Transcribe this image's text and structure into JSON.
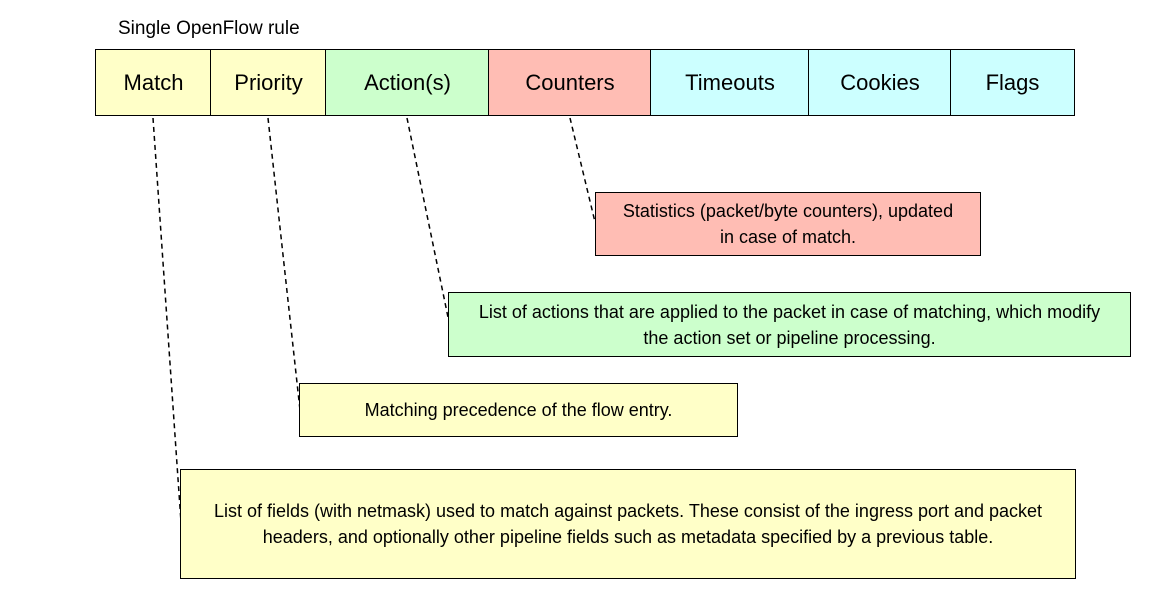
{
  "title": "Single OpenFlow rule",
  "fields": [
    {
      "id": "match",
      "label": "Match",
      "color": "#ffffc8"
    },
    {
      "id": "priority",
      "label": "Priority",
      "color": "#ffffc8"
    },
    {
      "id": "actions",
      "label": "Action(s)",
      "color": "#ccffcc"
    },
    {
      "id": "counters",
      "label": "Counters",
      "color": "#ffbdb4"
    },
    {
      "id": "timeouts",
      "label": "Timeouts",
      "color": "#ccffff"
    },
    {
      "id": "cookies",
      "label": "Cookies",
      "color": "#ccffff"
    },
    {
      "id": "flags",
      "label": "Flags",
      "color": "#ccffff"
    }
  ],
  "descriptions": {
    "counters": "Statistics (packet/byte counters), updated in case of match.",
    "actions": "List of actions that are applied to the packet in case of matching, which modify the action set or pipeline processing.",
    "priority": "Matching precedence of the flow entry.",
    "match": "List of fields (with netmask) used to match against packets. These consist of the ingress port and packet headers, and optionally other pipeline fields such as metadata specified by a previous table."
  }
}
